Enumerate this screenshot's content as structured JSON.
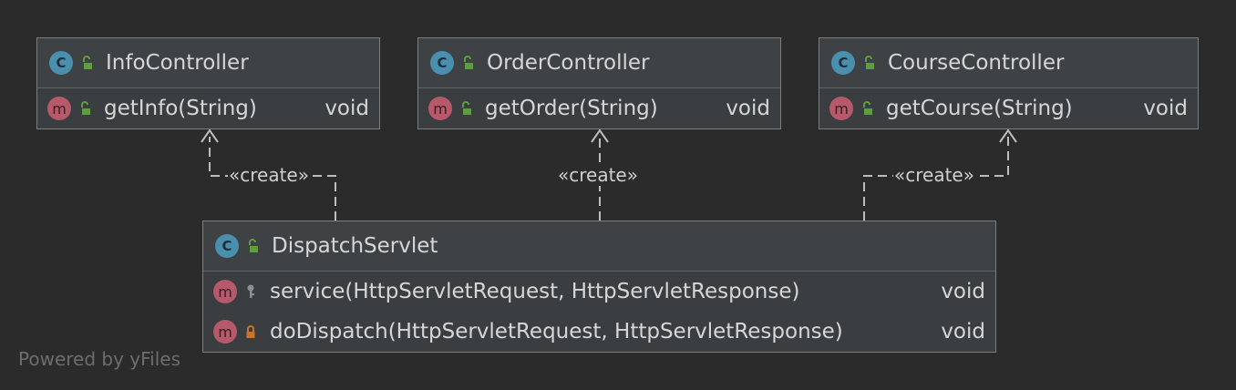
{
  "classes": {
    "info": {
      "name": "InfoController",
      "methods": [
        {
          "name": "getInfo(String)",
          "return": "void",
          "visibility": "public"
        }
      ]
    },
    "order": {
      "name": "OrderController",
      "methods": [
        {
          "name": "getOrder(String)",
          "return": "void",
          "visibility": "public"
        }
      ]
    },
    "course": {
      "name": "CourseController",
      "methods": [
        {
          "name": "getCourse(String)",
          "return": "void",
          "visibility": "public"
        }
      ]
    },
    "dispatch": {
      "name": "DispatchServlet",
      "methods": [
        {
          "name": "service(HttpServletRequest, HttpServletResponse)",
          "return": "void",
          "visibility": "protected"
        },
        {
          "name": "doDispatch(HttpServletRequest, HttpServletResponse)",
          "return": "void",
          "visibility": "private"
        }
      ]
    }
  },
  "badges": {
    "class_letter": "C",
    "method_letter": "m"
  },
  "edges": [
    {
      "from": "DispatchServlet",
      "to": "InfoController",
      "label": "«create»"
    },
    {
      "from": "DispatchServlet",
      "to": "OrderController",
      "label": "«create»"
    },
    {
      "from": "DispatchServlet",
      "to": "CourseController",
      "label": "«create»"
    }
  ],
  "footer": "Powered by yFiles",
  "colors": {
    "background": "#2b2b2b",
    "class_badge": "#4a8fae",
    "method_badge": "#b5596b",
    "public_icon": "#5f9e40",
    "private_icon": "#c8742c",
    "protected_icon": "#8a9096",
    "edge": "#bdbdbd"
  },
  "icons": {
    "class": "class-c-icon",
    "method": "method-m-icon",
    "public": "open-lock-icon",
    "protected": "key-icon",
    "private": "closed-lock-icon"
  }
}
